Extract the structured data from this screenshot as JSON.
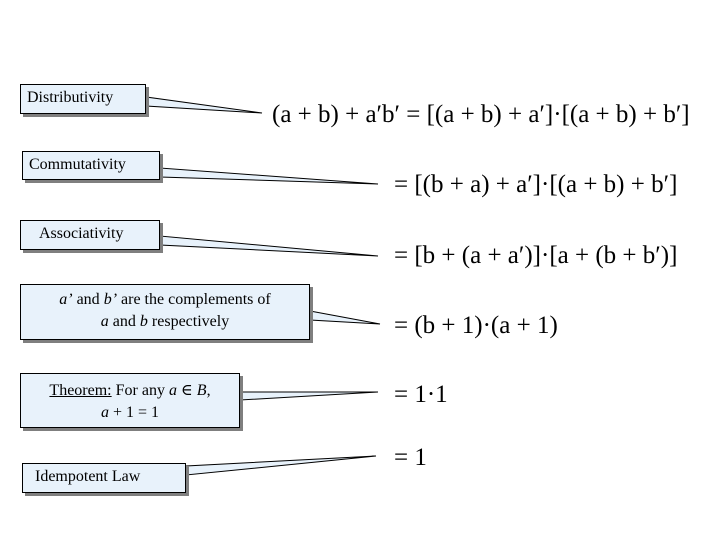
{
  "rules": {
    "distributivity": "Distributivity",
    "commutativity": "Commutativity",
    "associativity": "Associativity",
    "complements": {
      "a_prime": "a’",
      "and1": " and ",
      "b_prime": "b’",
      "line1_tail": " are the complements of",
      "a": "a",
      "and2": " and ",
      "b": "b",
      "line2_tail": " respectively"
    },
    "theorem": {
      "label": "Theorem:",
      "line1_text": " For any ",
      "line1_a": "a",
      "line1_in": " ∈ ",
      "line1_set": "B",
      "line1_end": ",",
      "line2_a": "a",
      "line2_rest": " + 1 = 1"
    },
    "idempotent": "Idempotent Law"
  },
  "equations": {
    "step1": "(a + b) + a′b′ = [(a + b) + a′]·[(a + b) + b′]",
    "step2": "= [(b + a) + a′]·[(a + b) + b′]",
    "step3": "= [b + (a + a′)]·[a + (b + b′)]",
    "step4": "= (b + 1)·(a + 1)",
    "step5": "= 1·1",
    "step6": "= 1"
  }
}
